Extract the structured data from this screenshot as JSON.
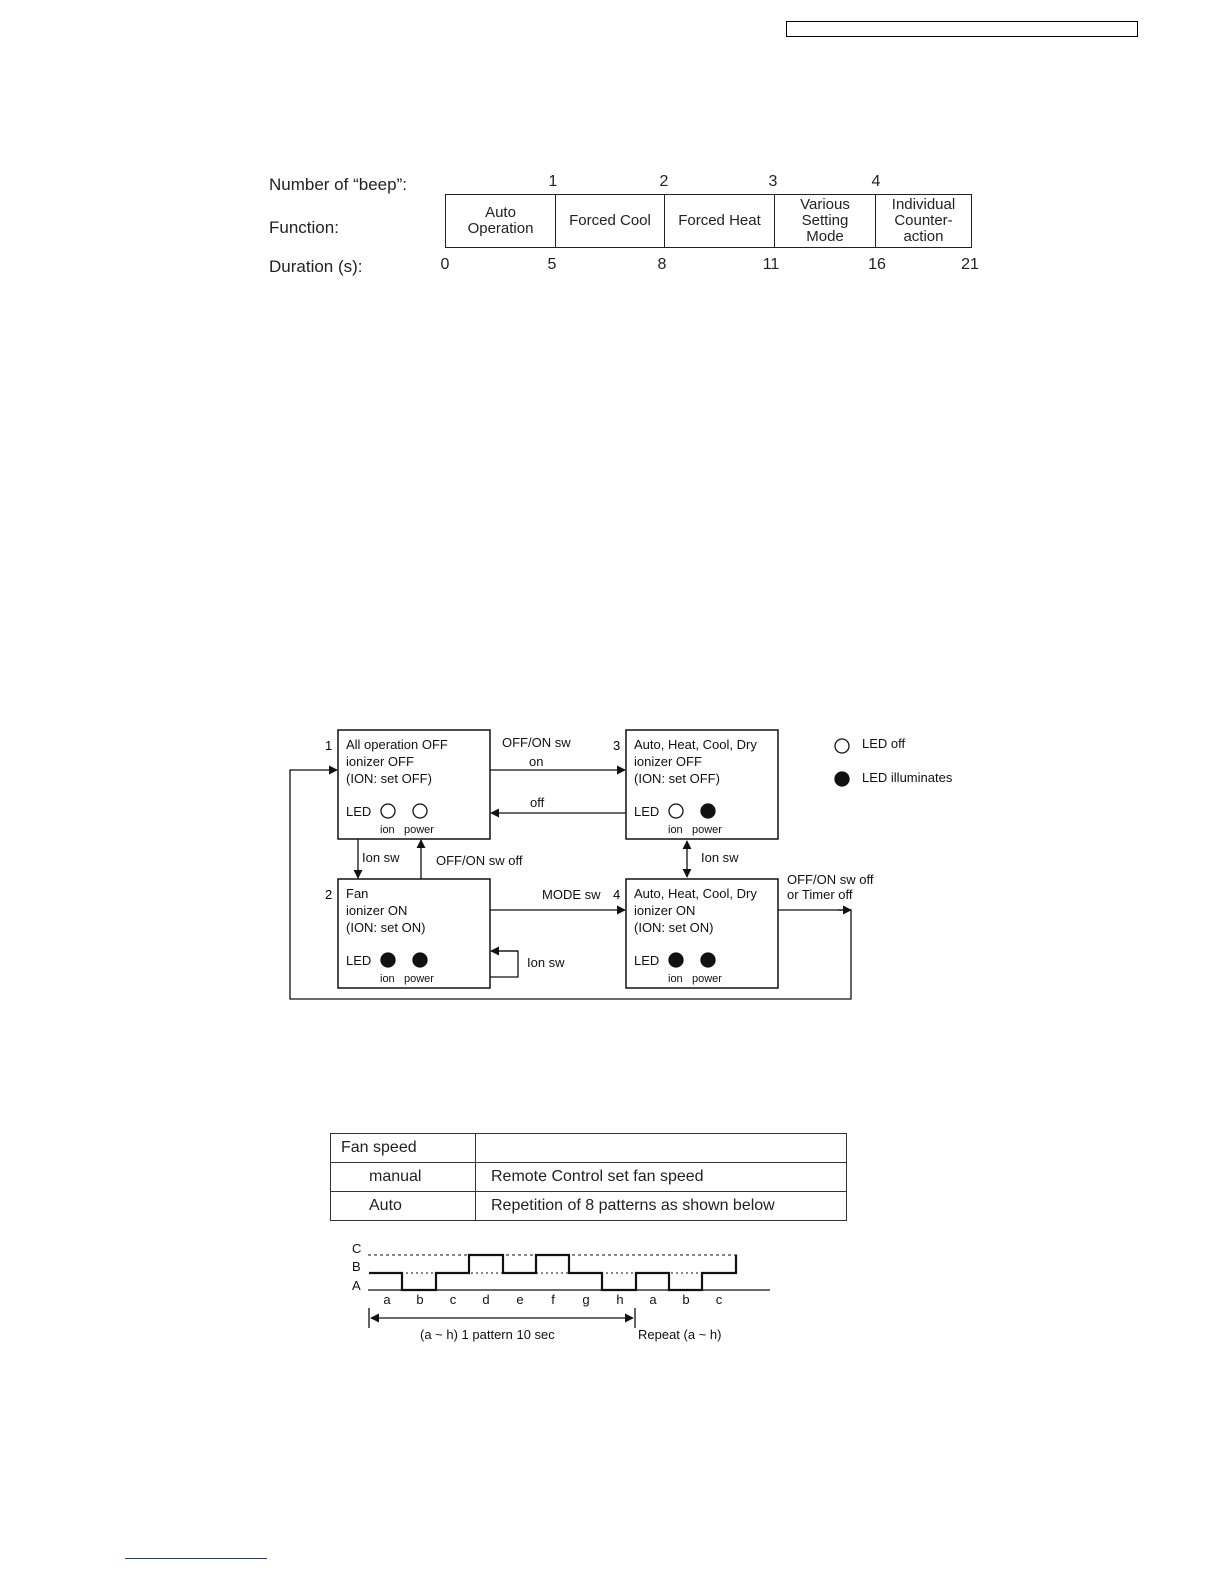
{
  "beep_table": {
    "beep_label": "Number of “beep”:",
    "function_label": "Function:",
    "duration_label": "Duration (s):",
    "beep_numbers": [
      "1",
      "2",
      "3",
      "4"
    ],
    "durations": [
      "0",
      "5",
      "8",
      "11",
      "16",
      "21"
    ],
    "functions": [
      "Auto\nOperation",
      "Forced Cool",
      "Forced Heat",
      "Various\nSetting\nMode",
      "Individual\nCounter-\naction"
    ]
  },
  "state_diagram": {
    "states": {
      "s1": {
        "num": "1",
        "lines": [
          "All operation OFF",
          "ionizer OFF",
          "(ION: set OFF)"
        ]
      },
      "s2": {
        "num": "2",
        "lines": [
          "Fan",
          "ionizer ON",
          "(ION: set ON)"
        ]
      },
      "s3": {
        "num": "3",
        "lines": [
          "Auto, Heat, Cool, Dry",
          "ionizer OFF",
          "(ION: set OFF)"
        ]
      },
      "s4": {
        "num": "4",
        "lines": [
          "Auto, Heat, Cool, Dry",
          "ionizer ON",
          "(ION: set ON)"
        ]
      }
    },
    "led_label": "LED",
    "ion_label": "ion",
    "power_label": "power",
    "transitions": {
      "s1_to_s3_a": "OFF/ON sw",
      "s1_to_s3_b": "on",
      "s3_to_s1": "off",
      "s1_to_s2": "Ion sw",
      "s2_to_s1": "OFF/ON sw off",
      "s2_to_s4": "MODE sw",
      "s2_self": "Ion sw",
      "s3_s4": "Ion sw",
      "s4_out_a": "OFF/ON sw off",
      "s4_out_b": "or Timer off"
    },
    "legend": {
      "off": "LED off",
      "on": "LED illuminates"
    }
  },
  "fan_table": {
    "header": [
      "Fan speed",
      ""
    ],
    "rows": [
      [
        "manual",
        "Remote Control set fan speed"
      ],
      [
        "Auto",
        "Repetition of 8 patterns as shown below"
      ]
    ]
  },
  "fan_pattern": {
    "levels": [
      "C",
      "B",
      "A"
    ],
    "segments": [
      "a",
      "b",
      "c",
      "d",
      "e",
      "f",
      "g",
      "h",
      "a",
      "b",
      "c"
    ],
    "pattern_label": "(a ~ h) 1 pattern  10 sec",
    "repeat_label": "Repeat (a ~ h)"
  }
}
